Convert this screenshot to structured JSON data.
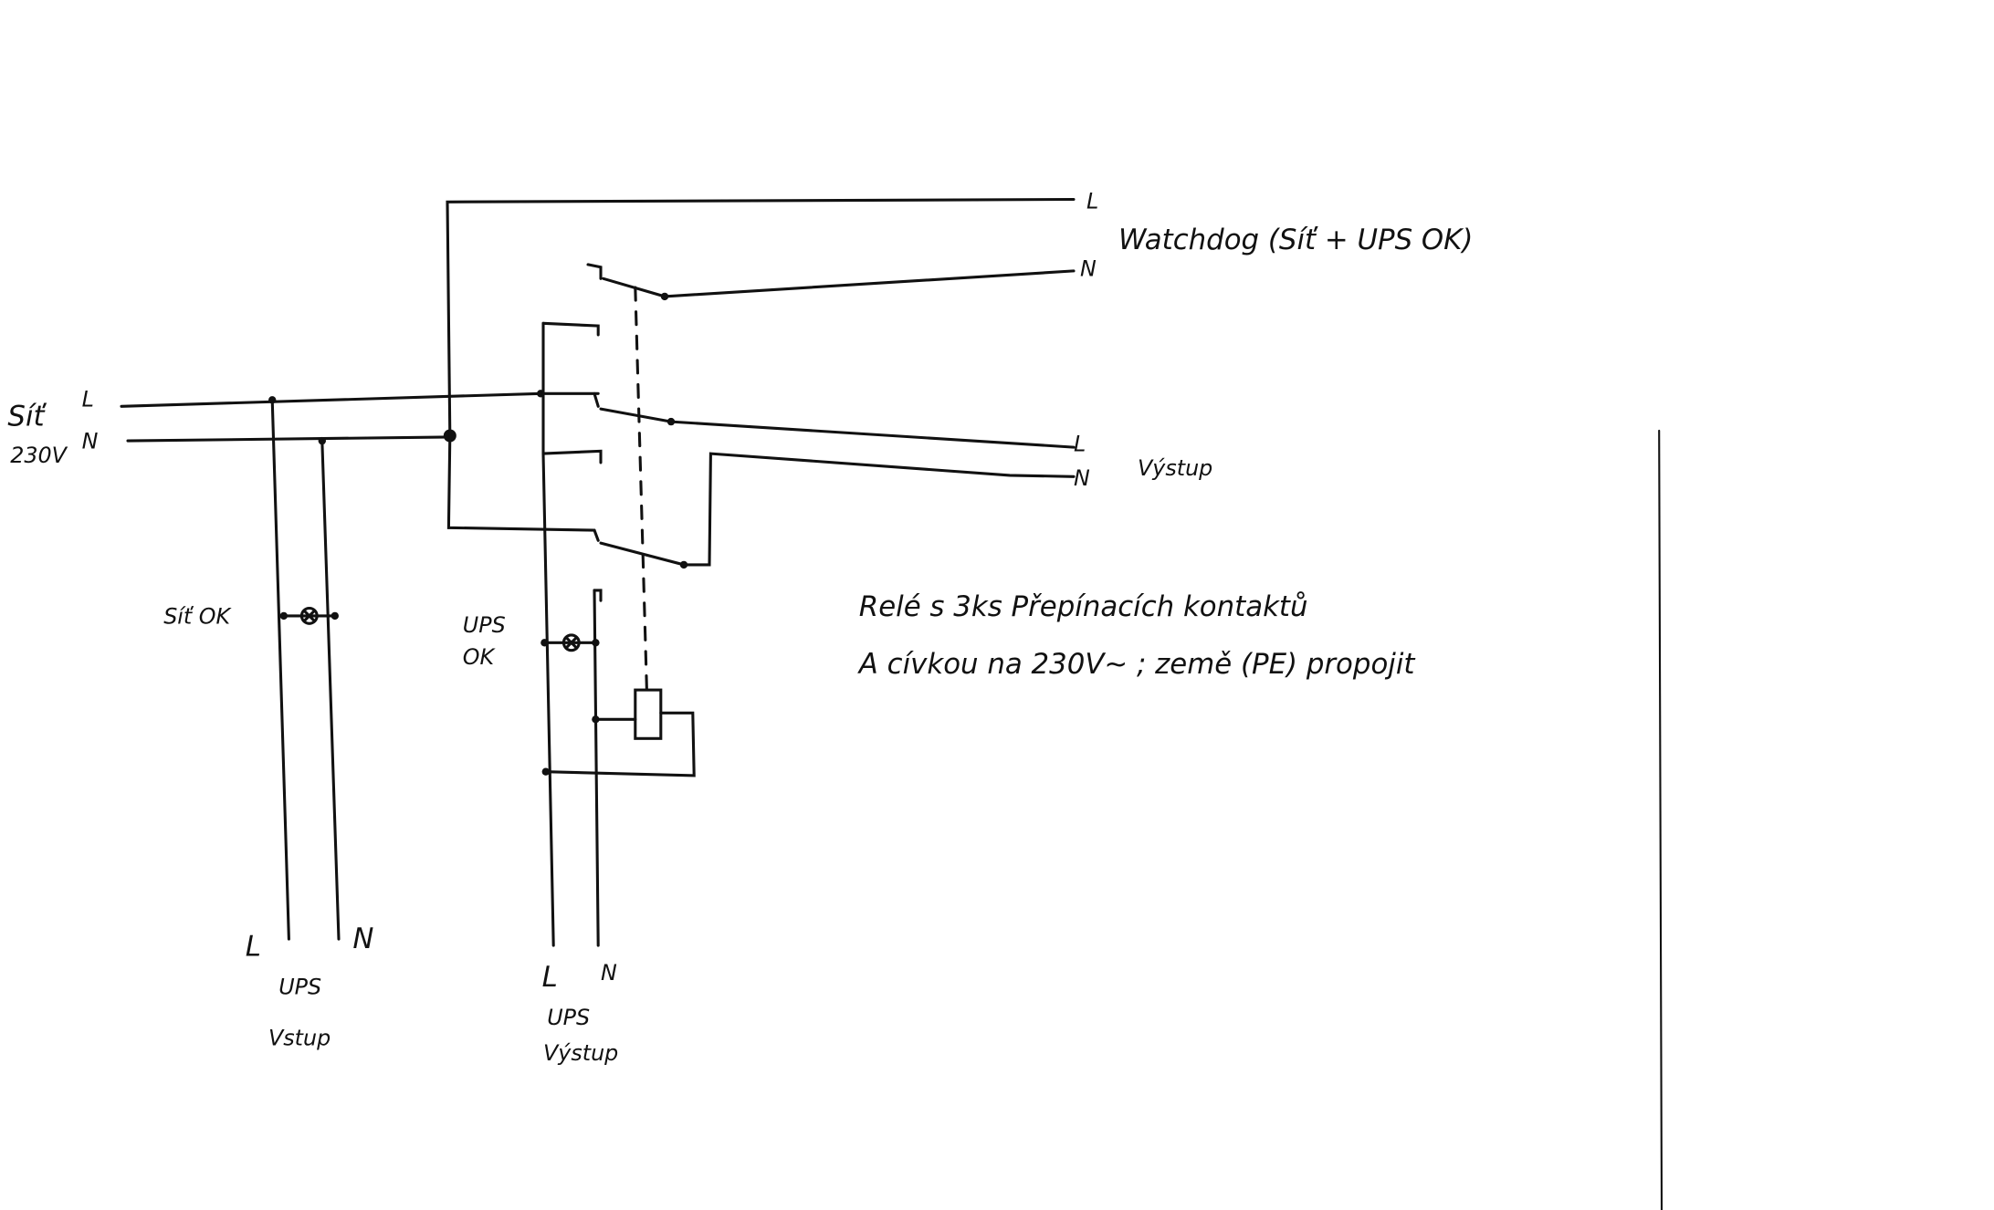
{
  "mains": {
    "label_line1": "Síť",
    "label_line2": "230V",
    "L": "L",
    "N": "N"
  },
  "watchdog": {
    "L": "L",
    "N": "N",
    "label": "Watchdog (Síť + UPS OK)"
  },
  "output": {
    "L": "L",
    "N": "N",
    "label": "Výstup"
  },
  "lamp_mains_ok": {
    "label": "Síť OK"
  },
  "lamp_ups_ok": {
    "label_line1": "UPS",
    "label_line2": "OK"
  },
  "ups_input": {
    "L": "L",
    "N": "N",
    "label_line1": "UPS",
    "label_line2": "Vstup"
  },
  "ups_output": {
    "L": "L",
    "N": "N",
    "label_line1": "UPS",
    "label_line2": "Výstup"
  },
  "note": {
    "line1": "Relé s 3ks Přepínacích kontaktů",
    "line2": "A cívkou na 230V~ ; země (PE) propojit"
  }
}
